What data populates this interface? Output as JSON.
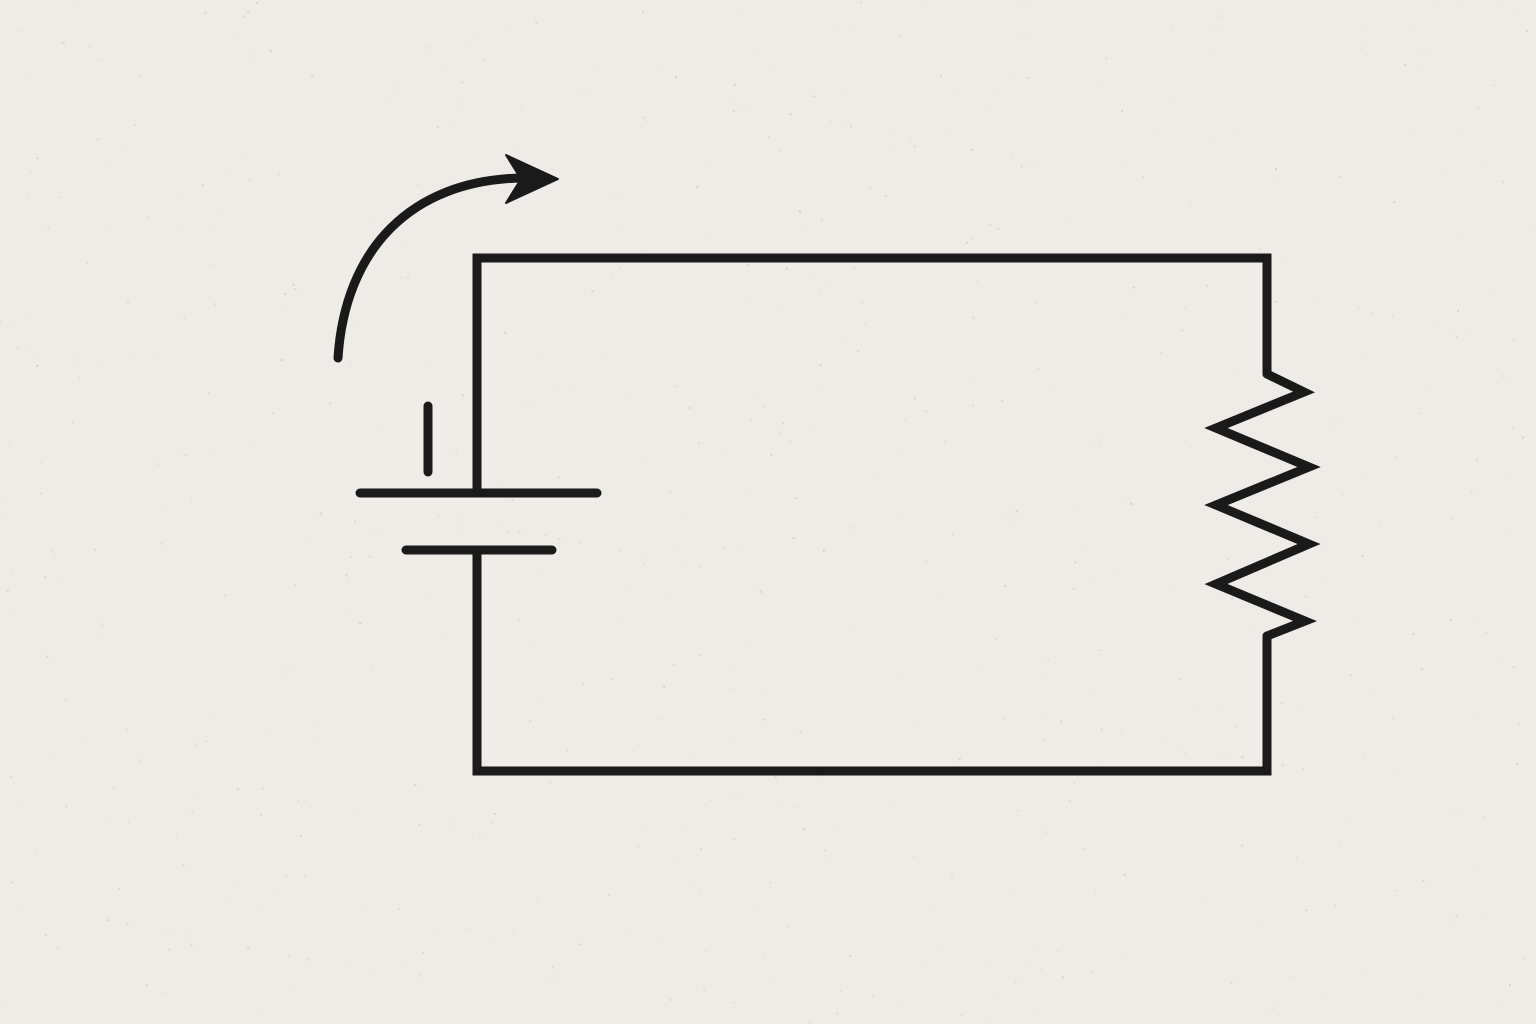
{
  "diagram": {
    "type": "circuit-schematic",
    "components": [
      {
        "kind": "battery",
        "name": "battery-symbol"
      },
      {
        "kind": "resistor",
        "name": "resistor-symbol"
      },
      {
        "kind": "wire-loop",
        "name": "circuit-wire"
      },
      {
        "kind": "current-direction-arrow",
        "name": "current-arrow"
      }
    ]
  },
  "colors": {
    "paper": "#efebe6",
    "ink": "#1a1a1a"
  }
}
